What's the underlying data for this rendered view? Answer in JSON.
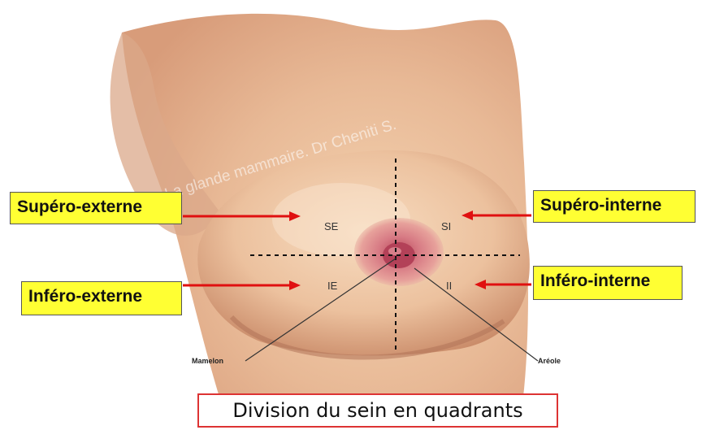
{
  "labels": {
    "superior_external": "Supéro-externe",
    "superior_internal": "Supéro-interne",
    "inferior_external": "Inféro-externe",
    "inferior_internal": "Inféro-interne"
  },
  "quadrants": {
    "se": "SE",
    "si": "SI",
    "ie": "IE",
    "ii": "II"
  },
  "pointers": {
    "nipple": "Mamelon",
    "areola": "Aréole"
  },
  "watermark": "La glande mammaire. Dr Cheniti S.",
  "caption": "Division du sein en quadrants",
  "colors": {
    "label_bg": "#ffff33",
    "arrow": "#e01010",
    "caption_border": "#d33333"
  }
}
